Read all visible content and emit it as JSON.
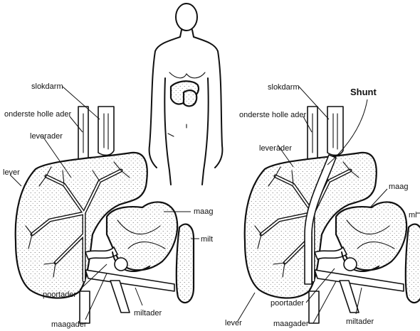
{
  "left_diagram": {
    "labels": {
      "slokdarm": "slokdarm",
      "onderste_holle_ader": "onderste holle ader",
      "leverader": "leverader",
      "lever": "lever",
      "maag": "maag",
      "milt": "milt",
      "poortader": "poortader",
      "maagader": "maagader",
      "miltader": "miltader"
    }
  },
  "right_diagram": {
    "labels": {
      "slokdarm": "slokdarm",
      "shunt": "Shunt",
      "onderste_holle_ader": "onderste holle ader",
      "leverader": "leverader",
      "maag": "maag",
      "milt": "mi",
      "lever": "lever",
      "poortader": "poortader",
      "maagader": "maagader",
      "miltader": "miltader"
    }
  }
}
